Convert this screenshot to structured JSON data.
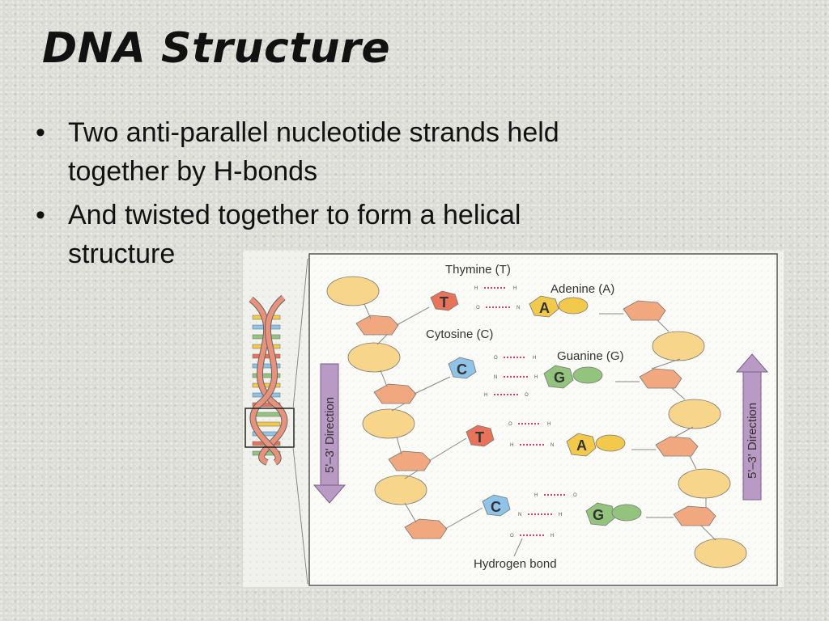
{
  "slide": {
    "title": "DNA Structure",
    "bullets": [
      "Two anti-parallel nucleotide strands held together by H-bonds",
      "And twisted together to form a helical structure"
    ]
  },
  "figure": {
    "labels": {
      "thymine": "Thymine (T)",
      "adenine": "Adenine (A)",
      "cytosine": "Cytosine (C)",
      "guanine": "Guanine (G)",
      "hydrogen_bond": "Hydrogen bond",
      "direction_left": "5'–3' Direction",
      "direction_right": "5'–3' Direction"
    },
    "base_letters": [
      "T",
      "A",
      "C",
      "G",
      "T",
      "A",
      "C",
      "G"
    ],
    "colors": {
      "thymine": "#e8735a",
      "adenine": "#f3c94b",
      "cytosine": "#8fc3e8",
      "guanine": "#93c47d",
      "phosphate": "#f7d58a",
      "sugar": "#f2a87e",
      "hbond": "#e03c6a",
      "arrow": "#b89ac4",
      "helix_backbone": "#e8927c"
    }
  }
}
